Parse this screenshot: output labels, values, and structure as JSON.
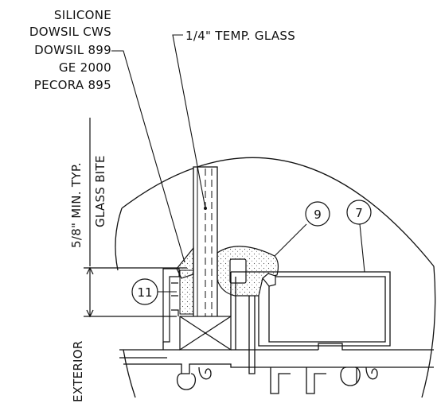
{
  "sealant_labels": [
    "SILICONE",
    "DOWSIL CWS",
    "DOWSIL 899",
    "GE 2000",
    "PECORA 895"
  ],
  "glass_label": "1/4\" TEMP. GLASS",
  "dimension_label": "5/8\" MIN. TYP.",
  "glass_bite_label": "GLASS BITE",
  "exterior_label": "EXTERIOR",
  "callouts": {
    "gasket": "9",
    "frame": "7",
    "setting_block": "11"
  }
}
